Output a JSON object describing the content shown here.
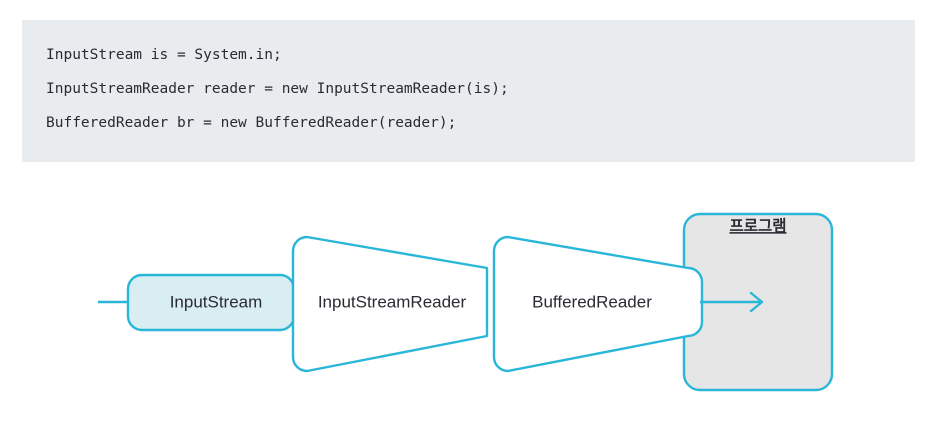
{
  "code_block": {
    "background": "#e9ecee",
    "lines": [
      "InputStream is = System.in;",
      "InputStreamReader reader = new InputStreamReader(is);",
      "BufferedReader br = new BufferedReader(reader);"
    ]
  },
  "diagram": {
    "accent_color": "#29b6d8",
    "stream_fill": "#d9eef2",
    "program_fill": "#e6e6e6",
    "nodes": {
      "input_stream": "InputStream",
      "input_stream_reader": "InputStreamReader",
      "buffered_reader": "BufferedReader",
      "program": "프로그램"
    },
    "arrows": {
      "input_arrow": "arrow-right",
      "output_arrow": "arrow-right"
    }
  }
}
